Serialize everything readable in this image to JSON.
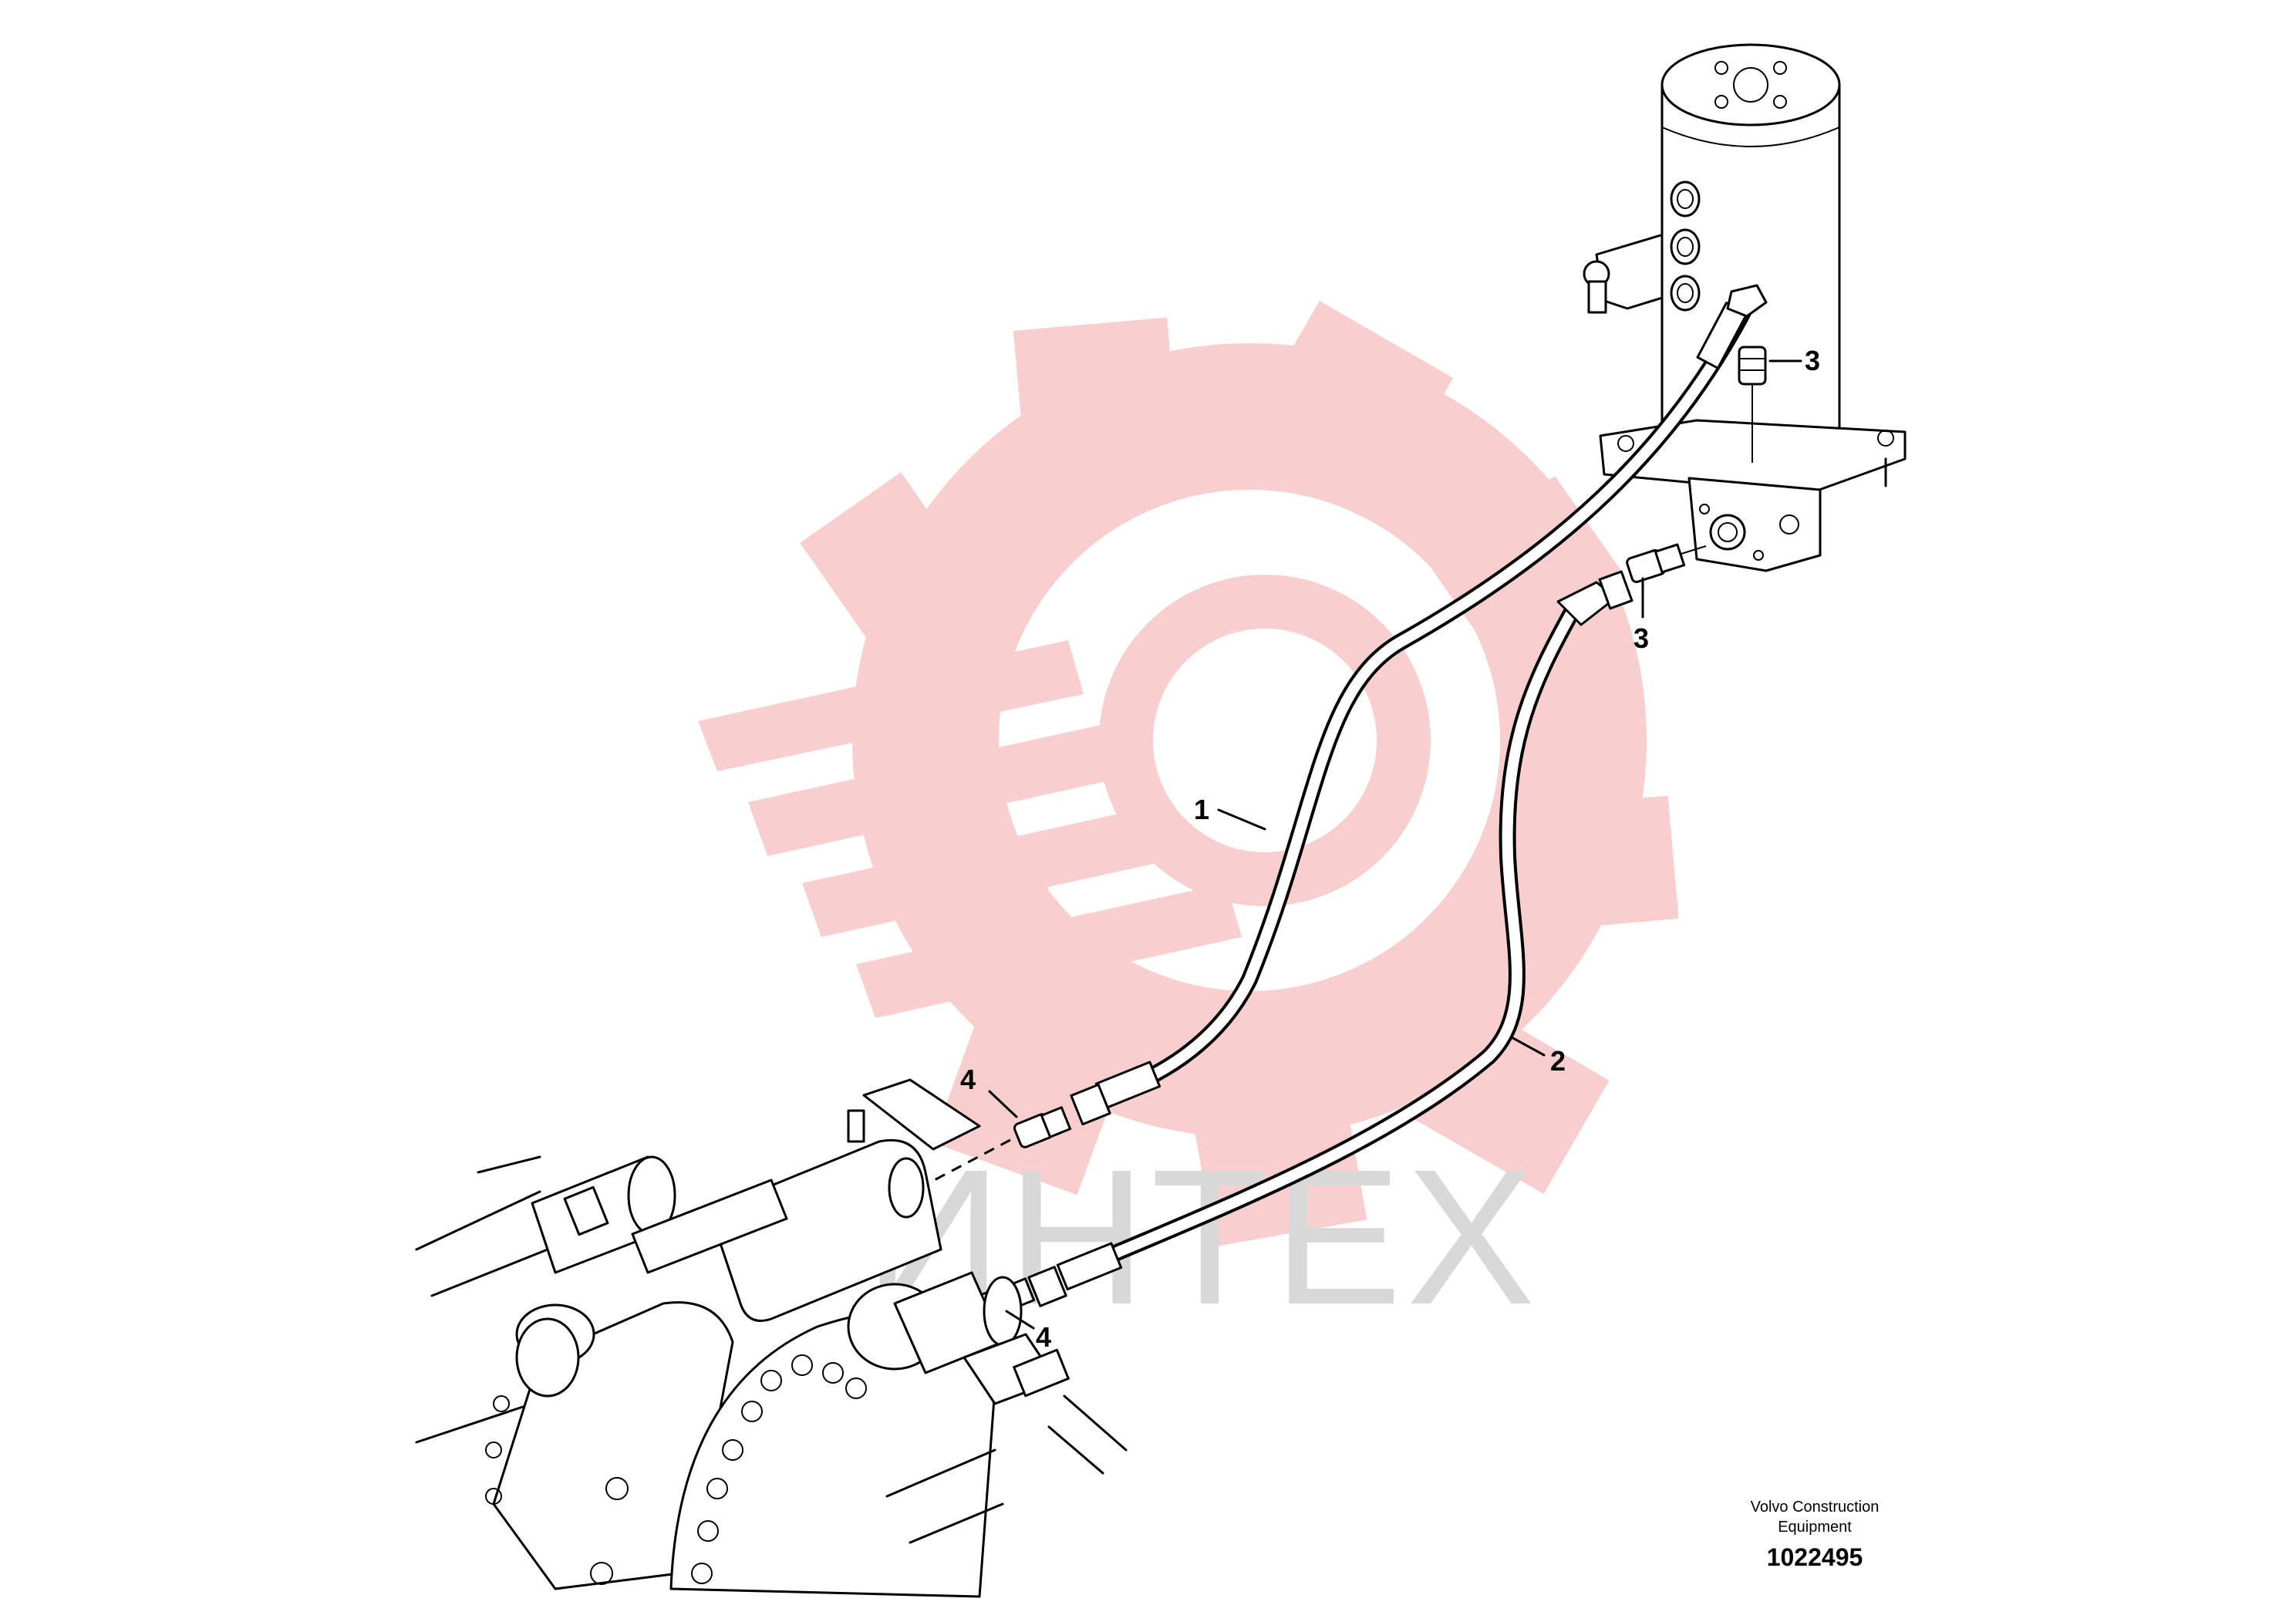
{
  "diagram": {
    "callouts": [
      {
        "id": "hose-1",
        "label": "1"
      },
      {
        "id": "hose-2",
        "label": "2"
      },
      {
        "id": "fitting-upper",
        "label": "3"
      },
      {
        "id": "fitting-middle",
        "label": "3"
      },
      {
        "id": "fitting-left",
        "label": "4"
      },
      {
        "id": "fitting-lower",
        "label": "4"
      }
    ]
  },
  "footer": {
    "line1": "Volvo Construction",
    "line2": "Equipment",
    "drawing_number": "1022495"
  },
  "watermark": {
    "text": "ИНТЕХ",
    "color": "#f5b5b5"
  }
}
